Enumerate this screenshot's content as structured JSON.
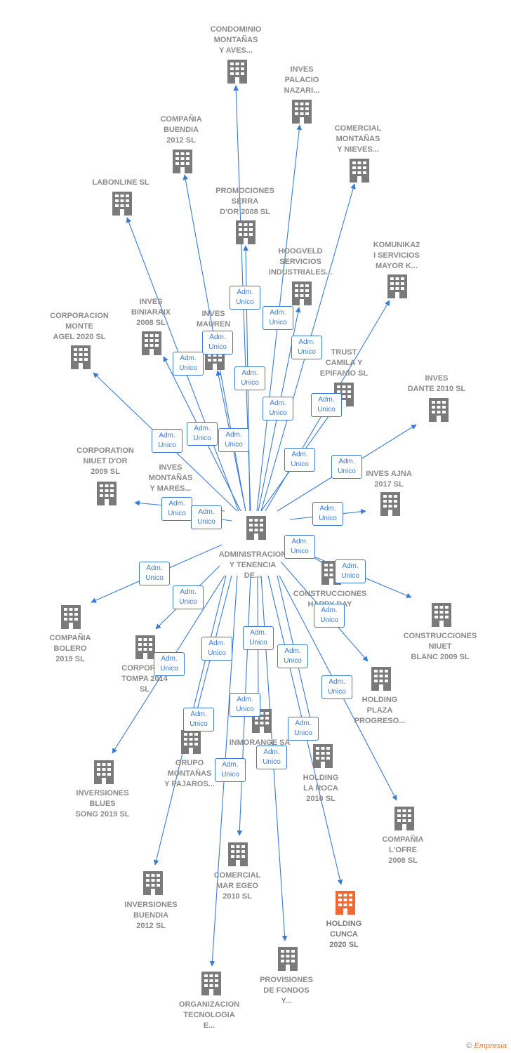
{
  "colors": {
    "edge": "#3a7bd5",
    "building": "#7a7a7a",
    "highlight": "#ef6a32",
    "label": "#8a8a8a"
  },
  "center": {
    "lines": [
      "ADMINISTRACION",
      "Y TENENCIA",
      "DE..."
    ]
  },
  "edge_label": [
    "Adm.",
    "Unico"
  ],
  "nodes": [
    {
      "id": "condominio",
      "lines": [
        "CONDOMINIO",
        "MONTAÑAS",
        "Y AVES..."
      ],
      "highlight": false
    },
    {
      "id": "inves-palacio",
      "lines": [
        "INVES",
        "PALACIO",
        "NAZARI..."
      ],
      "highlight": false
    },
    {
      "id": "compania-buendia",
      "lines": [
        "COMPAÑIA",
        "BUENDIA",
        "2012 SL"
      ],
      "highlight": false
    },
    {
      "id": "comercial-montanas",
      "lines": [
        "COMERCIAL",
        "MONTAÑAS",
        "Y NIEVES..."
      ],
      "highlight": false
    },
    {
      "id": "labonline",
      "lines": [
        "LABONLINE SL"
      ],
      "highlight": false
    },
    {
      "id": "promociones-serra",
      "lines": [
        "PROMOCIONES",
        "SERRA",
        "D'OR 2008 SL"
      ],
      "highlight": false
    },
    {
      "id": "hoogveld",
      "lines": [
        "HOOGVELD",
        "SERVICIOS",
        "INDUSTRIALES..."
      ],
      "highlight": false
    },
    {
      "id": "komunika2",
      "lines": [
        "KOMUNIKA2",
        "I SERVICIOS",
        "MAYOR K..."
      ],
      "highlight": false
    },
    {
      "id": "corporacion-monte",
      "lines": [
        "CORPORACION",
        "MONTE",
        "AGEL 2020  SL"
      ],
      "highlight": false
    },
    {
      "id": "inves-biniaraix",
      "lines": [
        "INVES",
        "BINIARAIX",
        "2008 SL"
      ],
      "highlight": false
    },
    {
      "id": "inves-mauren",
      "lines": [
        "INVES",
        "MAUREN",
        "20..."
      ],
      "highlight": false
    },
    {
      "id": "trust-camila",
      "lines": [
        "TRUST",
        "CAMILA Y",
        "EPIFANIO  SL"
      ],
      "highlight": false
    },
    {
      "id": "inves-dante",
      "lines": [
        "INVES",
        "DANTE 2010 SL"
      ],
      "highlight": false
    },
    {
      "id": "corporation-niuet",
      "lines": [
        "CORPORATION",
        "NIUET D'OR",
        "2009 SL"
      ],
      "highlight": false
    },
    {
      "id": "inves-montanas-mares",
      "lines": [
        "INVES",
        "MONTAÑAS",
        "Y MARES..."
      ],
      "highlight": false
    },
    {
      "id": "inves-ajna",
      "lines": [
        "INVES AJNA",
        "2017  SL"
      ],
      "highlight": false
    },
    {
      "id": "construcciones-happy",
      "lines": [
        "CONSTRUCCIONES",
        "HAPPY DAY"
      ],
      "highlight": false
    },
    {
      "id": "construcciones-niuet",
      "lines": [
        "CONSTRUCCIONES",
        "NIUET",
        "BLANC 2009 SL"
      ],
      "highlight": false
    },
    {
      "id": "compania-bolero",
      "lines": [
        "COMPAÑIA",
        "BOLERO",
        "2019  SL"
      ],
      "highlight": false
    },
    {
      "id": "corporacion-tompa",
      "lines": [
        "CORPORA...",
        "TOMPA 2014",
        "SL"
      ],
      "highlight": false
    },
    {
      "id": "holding-plaza",
      "lines": [
        "HOLDING",
        "PLAZA",
        "PROGRESO..."
      ],
      "highlight": false
    },
    {
      "id": "inmorange",
      "lines": [
        "INMORANGE SA"
      ],
      "highlight": false
    },
    {
      "id": "grupo-montanas",
      "lines": [
        "GRUPO",
        "MONTAÑAS",
        "Y PAJAROS..."
      ],
      "highlight": false
    },
    {
      "id": "holding-la-roca",
      "lines": [
        "HOLDING",
        "LA ROCA",
        "2010 SL"
      ],
      "highlight": false
    },
    {
      "id": "inversiones-blues",
      "lines": [
        "INVERSIONES",
        "BLUES",
        "SONG 2019  SL"
      ],
      "highlight": false
    },
    {
      "id": "compania-lofre",
      "lines": [
        "COMPAÑIA",
        "L'OFRE",
        "2008 SL"
      ],
      "highlight": false
    },
    {
      "id": "comercial-mar-egeo",
      "lines": [
        "COMERCIAL",
        "MAR EGEO",
        "2010 SL"
      ],
      "highlight": false
    },
    {
      "id": "inversiones-buendia",
      "lines": [
        "INVERSIONES",
        "BUENDIA",
        "2012 SL"
      ],
      "highlight": false
    },
    {
      "id": "holding-cunca",
      "lines": [
        "HOLDING",
        "CUNCA",
        "2020  SL"
      ],
      "highlight": true
    },
    {
      "id": "provisiones-fondos",
      "lines": [
        "PROVISIONES",
        "DE FONDOS",
        "Y..."
      ],
      "highlight": false
    },
    {
      "id": "organizacion-tecnologia",
      "lines": [
        "ORGANIZACION",
        "TECNOLOGIA",
        "E..."
      ],
      "highlight": false
    }
  ],
  "watermark": {
    "symbol": "©",
    "brand": "Empresia"
  }
}
